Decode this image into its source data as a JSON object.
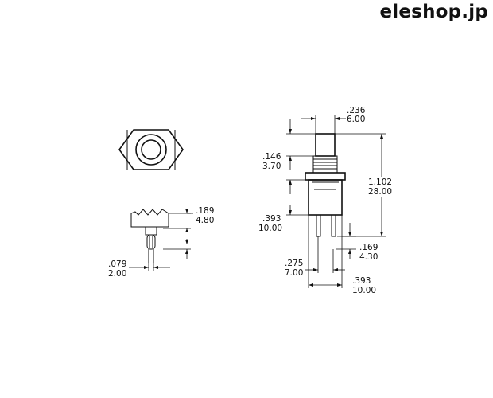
{
  "brand": "eleshop.jp",
  "dimensions": {
    "cap_width_in": ".236",
    "cap_width_mm": "6.00",
    "cap_height_in": ".146",
    "cap_height_mm": "3.70",
    "total_height_in": "1.102",
    "total_height_mm": "28.00",
    "body_height_in": ".393",
    "body_height_mm": "10.00",
    "terminal_len_in": ".169",
    "terminal_len_mm": "4.30",
    "terminal_pitch_in": ".275",
    "terminal_pitch_mm": "7.00",
    "body_width_in": ".393",
    "body_width_mm": "10.00",
    "section_height_in": ".189",
    "section_height_mm": "4.80",
    "pin_width_in": ".079",
    "pin_width_mm": "2.00"
  }
}
